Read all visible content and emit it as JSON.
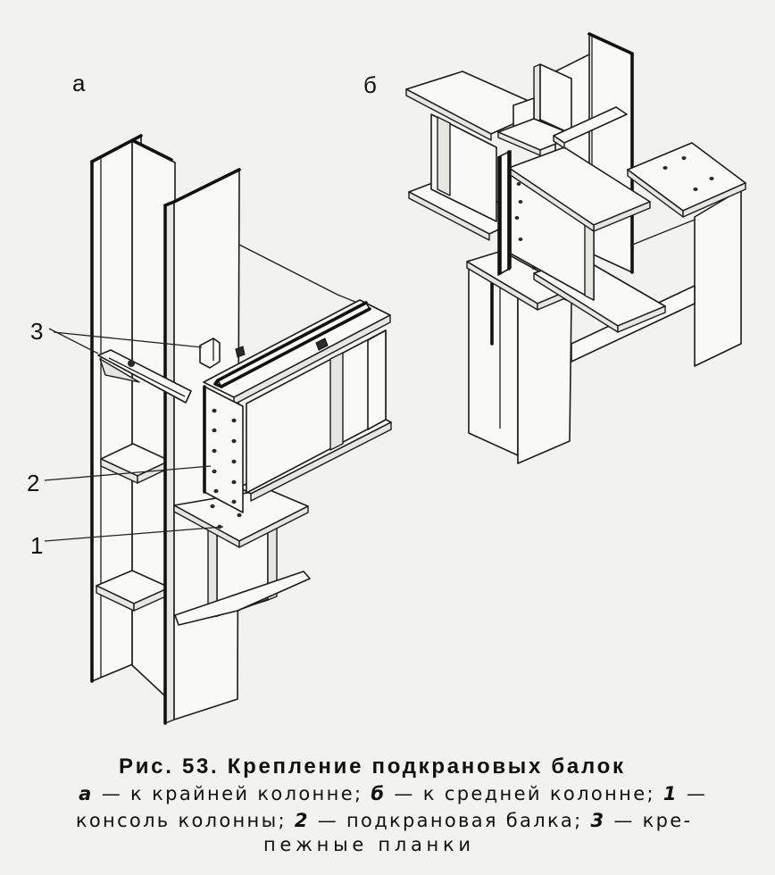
{
  "figure_labels": {
    "a": "а",
    "b": "б"
  },
  "callouts": {
    "fastening_plates": "3",
    "crane_beam": "2",
    "column_console": "1"
  },
  "caption": {
    "title": "Рис. 53. Крепление подкрановых балок",
    "line2": [
      "а",
      " — к крайней колонне; ",
      "б",
      " — к средней колонне; ",
      "1",
      " —"
    ],
    "line3": [
      "консоль колонны; ",
      "2",
      " — подкрановая балка; ",
      "3",
      " — кре-"
    ],
    "line4": "пежные планки"
  },
  "colors": {
    "background": "#f2f2f0",
    "ink": "#1c1c1c",
    "fill": "#f9f9f7"
  }
}
